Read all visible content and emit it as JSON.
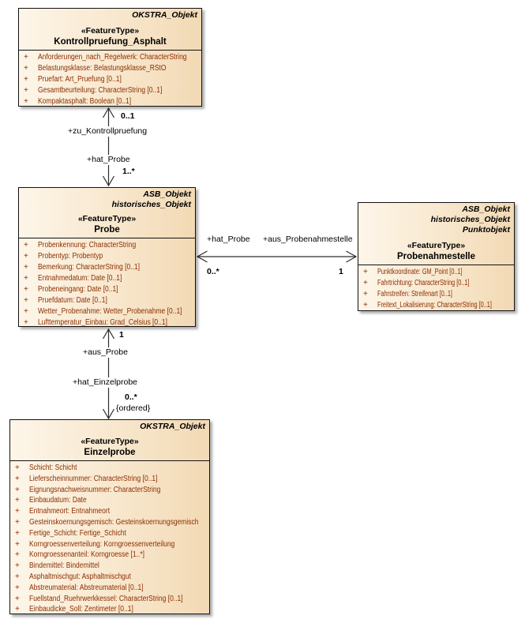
{
  "plus_sign": "+",
  "colors": {
    "box_gradient_left": "#fdf6e9",
    "box_gradient_right": "#f2d9b4",
    "attribute_text": "#8b2e00",
    "border": "#121212"
  },
  "classes": [
    {
      "annotations": [
        "OKSTRA_Objekt"
      ],
      "stereotype": "«FeatureType»",
      "name": "Kontrollpruefung_Asphalt",
      "attributes": [
        "Anforderungen_nach_Regelwerk: CharacterString",
        "Belastungsklasse: Belastungsklasse_RStO",
        "Pruefart: Art_Pruefung [0..1]",
        "Gesamtbeurteilung: CharacterString [0..1]",
        "Kompaktasphalt: Boolean [0..1]"
      ]
    },
    {
      "annotations": [
        "ASB_Objekt",
        "historisches_Objekt"
      ],
      "stereotype": "«FeatureType»",
      "name": "Probe",
      "attributes": [
        "Probenkennung: CharacterString",
        "Probentyp: Probentyp",
        "Bemerkung: CharacterString [0..1]",
        "Entnahmedatum: Date [0..1]",
        "Probeneingang: Date [0..1]",
        "Pruefdatum: Date [0..1]",
        "Wetter_Probenahme: Wetter_Probenahme [0..1]",
        "Lufttemperatur_Einbau: Grad_Celsius [0..1]"
      ]
    },
    {
      "annotations": [
        "ASB_Objekt",
        "historisches_Objekt",
        "Punktobjekt"
      ],
      "stereotype": "«FeatureType»",
      "name": "Probenahmestelle",
      "attributes": [
        "Punktkoordinate: GM_Point [0..1]",
        "Fahrtrichtung: CharacterString [0..1]",
        "Fahrstreifen: Streifenart [0..1]",
        "Freitext_Lokalisierung: CharacterString [0..1]"
      ]
    },
    {
      "annotations": [
        "OKSTRA_Objekt"
      ],
      "stereotype": "«FeatureType»",
      "name": "Einzelprobe",
      "attributes": [
        "Schicht: Schicht",
        "Lieferscheinnummer: CharacterString [0..1]",
        "Eignungsnachweisnummer: CharacterString",
        "Einbaudatum: Date",
        "Entnahmeort: Entnahmeort",
        "Gesteinskoernungsgemisch: Gesteinskoernungsgemisch",
        "Fertige_Schicht: Fertige_Schicht",
        "Korngroessenverteilung: Korngroessenverteilung",
        "Korngroessenanteil: Korngroesse [1..*]",
        "Bindemittel: Bindemittel",
        "Asphaltmischgut: Asphaltmischgut",
        "Abstreumaterial: Abstreumaterial [0..1]",
        "Fuellstand_Ruehrwerkkessel: CharacterString [0..1]",
        "Einbaudicke_Soll: Zentimeter [0..1]"
      ]
    }
  ],
  "associations": {
    "kontrollpruefung_probe": {
      "mult_top": "0..1",
      "role_top": "+zu_Kontrollpruefung",
      "role_bottom": "+hat_Probe",
      "mult_bottom": "1..*"
    },
    "probe_probenahmestelle": {
      "role_left": "+hat_Probe",
      "role_right": "+aus_Probenahmestelle",
      "mult_left": "0..*",
      "mult_right": "1"
    },
    "probe_einzelprobe": {
      "mult_top": "1",
      "role_top": "+aus_Probe",
      "role_bottom": "+hat_Einzelprobe",
      "mult_bottom": "0..*",
      "constraint": "{ordered}"
    }
  }
}
